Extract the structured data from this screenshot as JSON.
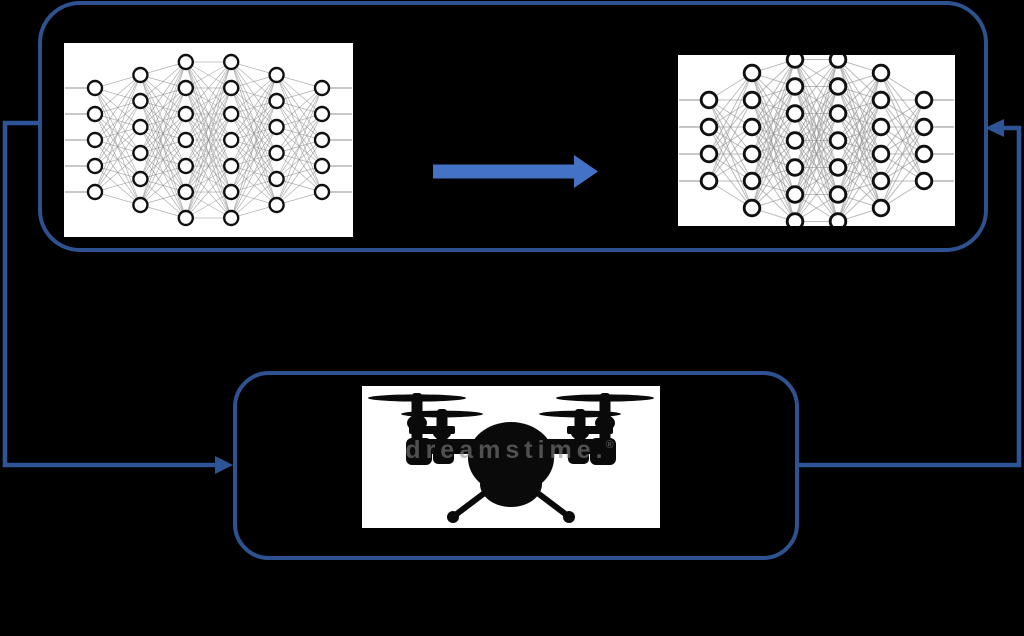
{
  "canvas": {
    "background": "#000000"
  },
  "colors": {
    "box_border": "#2e5290",
    "connector": "#2f5496",
    "arrow": "#4472c4",
    "card_background": "#ffffff",
    "node_stroke": "#101010",
    "edge": "#8f8f8f",
    "stub": "#b5b5b5",
    "drone": "#0a0a0a",
    "watermark": "#8a8a8a"
  },
  "networks": {
    "original": {
      "name": "dense-neural-network",
      "layers": [
        5,
        6,
        7,
        7,
        6,
        5
      ]
    },
    "pruned": {
      "name": "pruned-neural-network",
      "layers": [
        4,
        6,
        7,
        7,
        6,
        4
      ]
    }
  },
  "drone": {
    "watermark": "dreamstime.",
    "registered_mark": "®"
  },
  "icons": {
    "transform_arrow": "thick-right-arrow",
    "deploy_connector": "elbow-arrow-to-drone-box",
    "feedback_connector": "elbow-arrow-to-network-box"
  }
}
